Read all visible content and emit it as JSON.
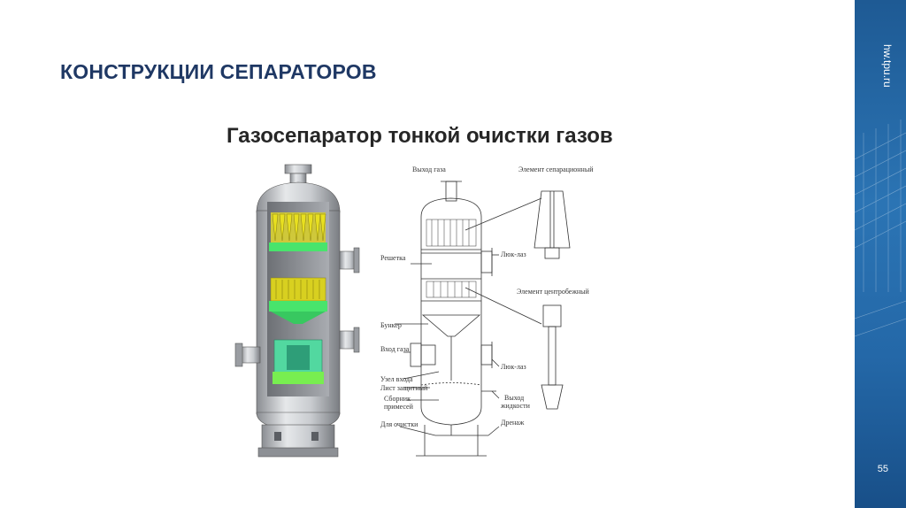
{
  "slide": {
    "title": "КОНСТРУКЦИИ СЕПАРАТОРОВ",
    "subtitle": "Газосепаратор тонкой очистки газов",
    "site": "hw.tpu.ru",
    "page": "55"
  },
  "schematic": {
    "labels": {
      "gas_out": "Выход газа",
      "sep_element": "Элемент сепарационный",
      "grid": "Решетка",
      "manhole_top": "Люк-лаз",
      "centrifugal": "Элемент центробежный",
      "bunker": "Бункер",
      "gas_in": "Вход газа",
      "manhole_bottom": "Люк-лаз",
      "inlet_node": "Узел входа",
      "protective_sheet": "Лист защитный",
      "collector_line1": "Сборник",
      "collector_line2": "примесей",
      "liquid_out_line1": "Выход",
      "liquid_out_line2": "жидкости",
      "cleaning": "Для очистки",
      "drain": "Дренаж"
    }
  },
  "colors": {
    "title": "#1f3864",
    "band": "#2468a8",
    "element_yellow": "#d8d020",
    "element_green": "#40e060"
  }
}
